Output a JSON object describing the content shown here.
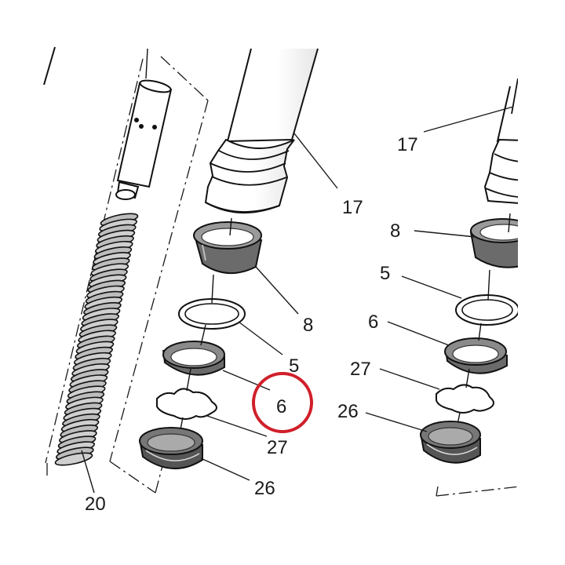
{
  "diagram": {
    "callouts": {
      "c17_left": "17",
      "c8_left": "8",
      "c5_left": "5",
      "c6_left": "6",
      "c27_left": "27",
      "c26_left": "26",
      "c20": "20",
      "c17_right": "17",
      "c8_right": "8",
      "c5_right": "5",
      "c6_right": "6",
      "c27_right": "27",
      "c26_right": "26"
    },
    "highlight_color": "#d0202a",
    "highlighted_part": "6"
  }
}
